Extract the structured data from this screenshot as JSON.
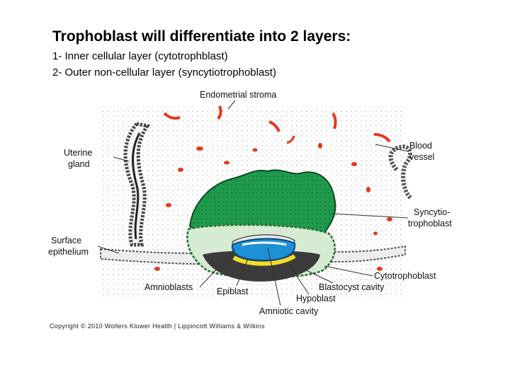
{
  "slide": {
    "title": "Trophoblast will differentiate into 2 layers:",
    "points": [
      "1- Inner cellular layer (cytotrophblast)",
      "2- Outer non-cellular layer (syncytiotrophoblast)"
    ]
  },
  "figure": {
    "labels": {
      "endometrial_stroma": "Endometrial stroma",
      "uterine_gland": [
        "Uterine",
        "gland"
      ],
      "blood_vessel": [
        "Blood",
        "vessel"
      ],
      "syncytiotrophoblast": [
        "Syncytio-",
        "trophoblast"
      ],
      "surface_epithelium": [
        "Surface",
        "epithelium"
      ],
      "cytotrophoblast": "Cytotrophoblast",
      "amnioblasts": "Amnioblasts",
      "epiblast": "Epiblast",
      "blastocyst_cavity": "Blastocyst cavity",
      "hypoblast": "Hypoblast",
      "amniotic_cavity": "Amniotic cavity"
    },
    "colors": {
      "syncytiotrophoblast": "#1f9a4c",
      "epiblast": "#1e90d6",
      "hypoblast": "#f2dc2a",
      "blood": "#e23a1f",
      "cytotrophoblast": "#d6ecd2"
    },
    "copyright": "Copyright © 2010 Wolters Kluwer Health | Lippincott Williams & Wilkins"
  }
}
